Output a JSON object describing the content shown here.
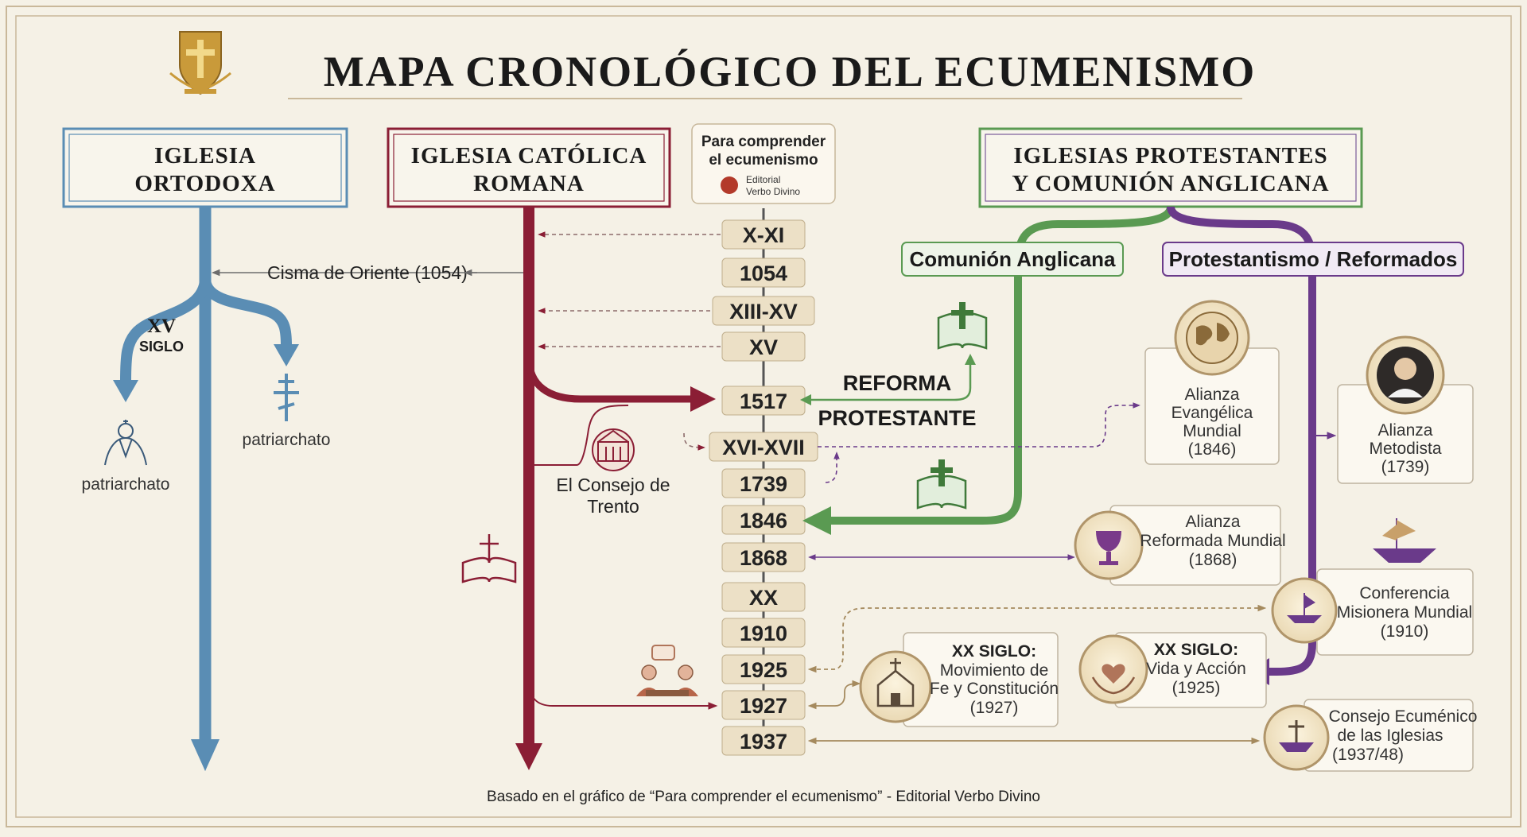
{
  "title": "MAPA CRONOLÓGICO DEL ECUMENISMO",
  "colors": {
    "orthodox": "#5a8db4",
    "catholic": "#8b1e35",
    "protestant": "#5a9a52",
    "reformed": "#6a3a8a",
    "gold": "#b0956a",
    "paper": "#f5f1e6"
  },
  "columns": {
    "orthodox": {
      "line1": "IGLESIA",
      "line2": "ORTODOXA"
    },
    "catholic": {
      "line1": "IGLESIA  CATÓLICA",
      "line2": "ROMANA"
    },
    "protestant": {
      "line1": "IGLESIAS PROTESTANTES",
      "line2": "Y COMUNIÓN ANGLICANA"
    }
  },
  "book_card": {
    "line1": "Para comprender",
    "line2": "el ecumenismo",
    "publisher1": "Editorial",
    "publisher2": "Verbo Divino"
  },
  "timeline": [
    "X-XI",
    "1054",
    "XIII-XV",
    "XV",
    "1517",
    "XVI-XVII",
    "1739",
    "1846",
    "1868",
    "XX",
    "1910",
    "1925",
    "1927",
    "1937"
  ],
  "orthodox": {
    "schism": "Cisma de Oriente (1054)",
    "century_num": "XV",
    "century_word": "SIGLO",
    "left_label": "patriarchato",
    "right_label": "patriarchato"
  },
  "catholic": {
    "trent_line1": "El Consejo de",
    "trent_line2": "Trento"
  },
  "reform": {
    "line1": "REFORMA",
    "line2": "PROTESTANTE"
  },
  "branches": {
    "anglican": "Comunión Anglicana",
    "reformed": "Protestantismo / Reformados"
  },
  "events": {
    "evangelical": [
      "Alianza",
      "Evangélica",
      "Mundial",
      "(1846)"
    ],
    "methodist": [
      "Alianza",
      "Metodista",
      "(1739)"
    ],
    "reformed_alliance": [
      "Alianza",
      "Reformada Mundial",
      "(1868)"
    ],
    "missionary": [
      "Conferencia",
      "Misionera Mundial",
      "(1910)"
    ],
    "life_work": [
      "XX SIGLO:",
      "Vida y Acción",
      "(1925)"
    ],
    "faith_order": [
      "XX SIGLO:",
      "Movimiento de",
      "Fe y Constitución",
      "(1927)"
    ],
    "wcc": [
      "Consejo Ecuménico",
      "de las Iglesias",
      "(1937/48)"
    ]
  },
  "footer": "Basado en el gráfico de “Para comprender el ecumenismo” - Editorial Verbo Divino"
}
